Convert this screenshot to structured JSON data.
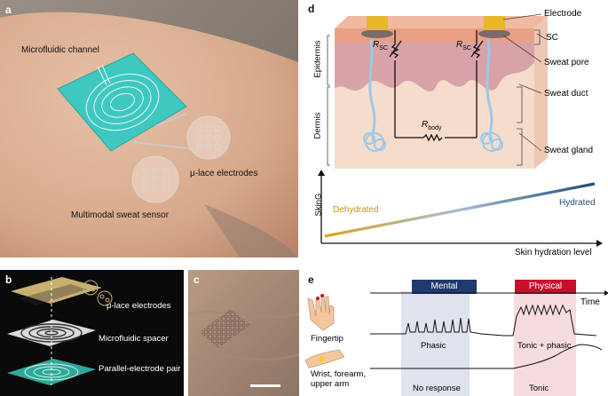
{
  "panels": {
    "a": {
      "label": "a",
      "annotations": {
        "channel": "Microfluidic channel",
        "electrodes": "μ-lace electrodes",
        "sensor": "Multimodal sweat sensor"
      }
    },
    "b": {
      "label": "b",
      "layers": [
        "μ-lace electrodes",
        "Microfluidic spacer",
        "Parallel-electrode pair"
      ]
    },
    "c": {
      "label": "c"
    },
    "d": {
      "label": "d",
      "side_labels": {
        "epidermis": "Epidermis",
        "dermis": "Dermis"
      },
      "callouts": [
        "Electrode",
        "SC",
        "Sweat pore",
        "Sweat duct",
        "Sweat gland"
      ],
      "resistors": {
        "rsc_left": "R",
        "rsc_right": "R",
        "rsc_sub": "SC",
        "rbody": "R",
        "rbody_sub": "body"
      },
      "plot": {
        "ylabel": "SkinG",
        "xlabel": "Skin hydration level",
        "low_label": "Dehydrated",
        "high_label": "Hydrated",
        "colors": {
          "low": "#d9a520",
          "high": "#1f4e79"
        }
      }
    },
    "e": {
      "label": "e",
      "time_label": "Time",
      "tags": {
        "mental": "Mental",
        "physical": "Physical"
      },
      "rows": {
        "fingertip": {
          "site": "Fingertip",
          "mental": "Phasic",
          "physical": "Tonic + phasic"
        },
        "arm": {
          "site": "Wrist, forearm,\nupper arm",
          "mental": "No response",
          "physical": "Tonic"
        }
      },
      "colors": {
        "mental": "#1f3a6e",
        "physical": "#c8102e"
      }
    }
  }
}
